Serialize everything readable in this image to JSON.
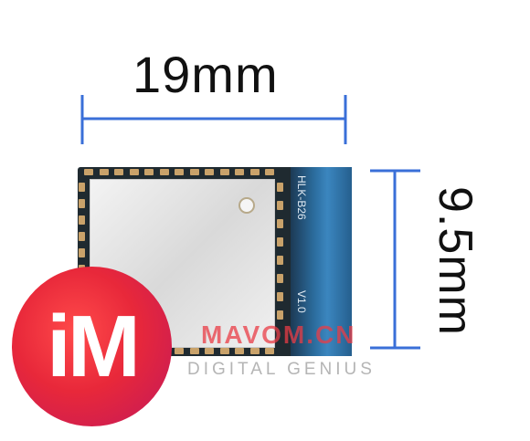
{
  "dimensions": {
    "width_label": "19mm",
    "height_label": "9.5mm",
    "line_color": "#3a6fd8"
  },
  "module": {
    "silkscreen_model": "HLK-B26",
    "silkscreen_version": "V1.0"
  },
  "watermark": {
    "logo_text": "iM",
    "brand": "MAVOM.CN",
    "tagline": "DIGITAL GENIUS"
  }
}
